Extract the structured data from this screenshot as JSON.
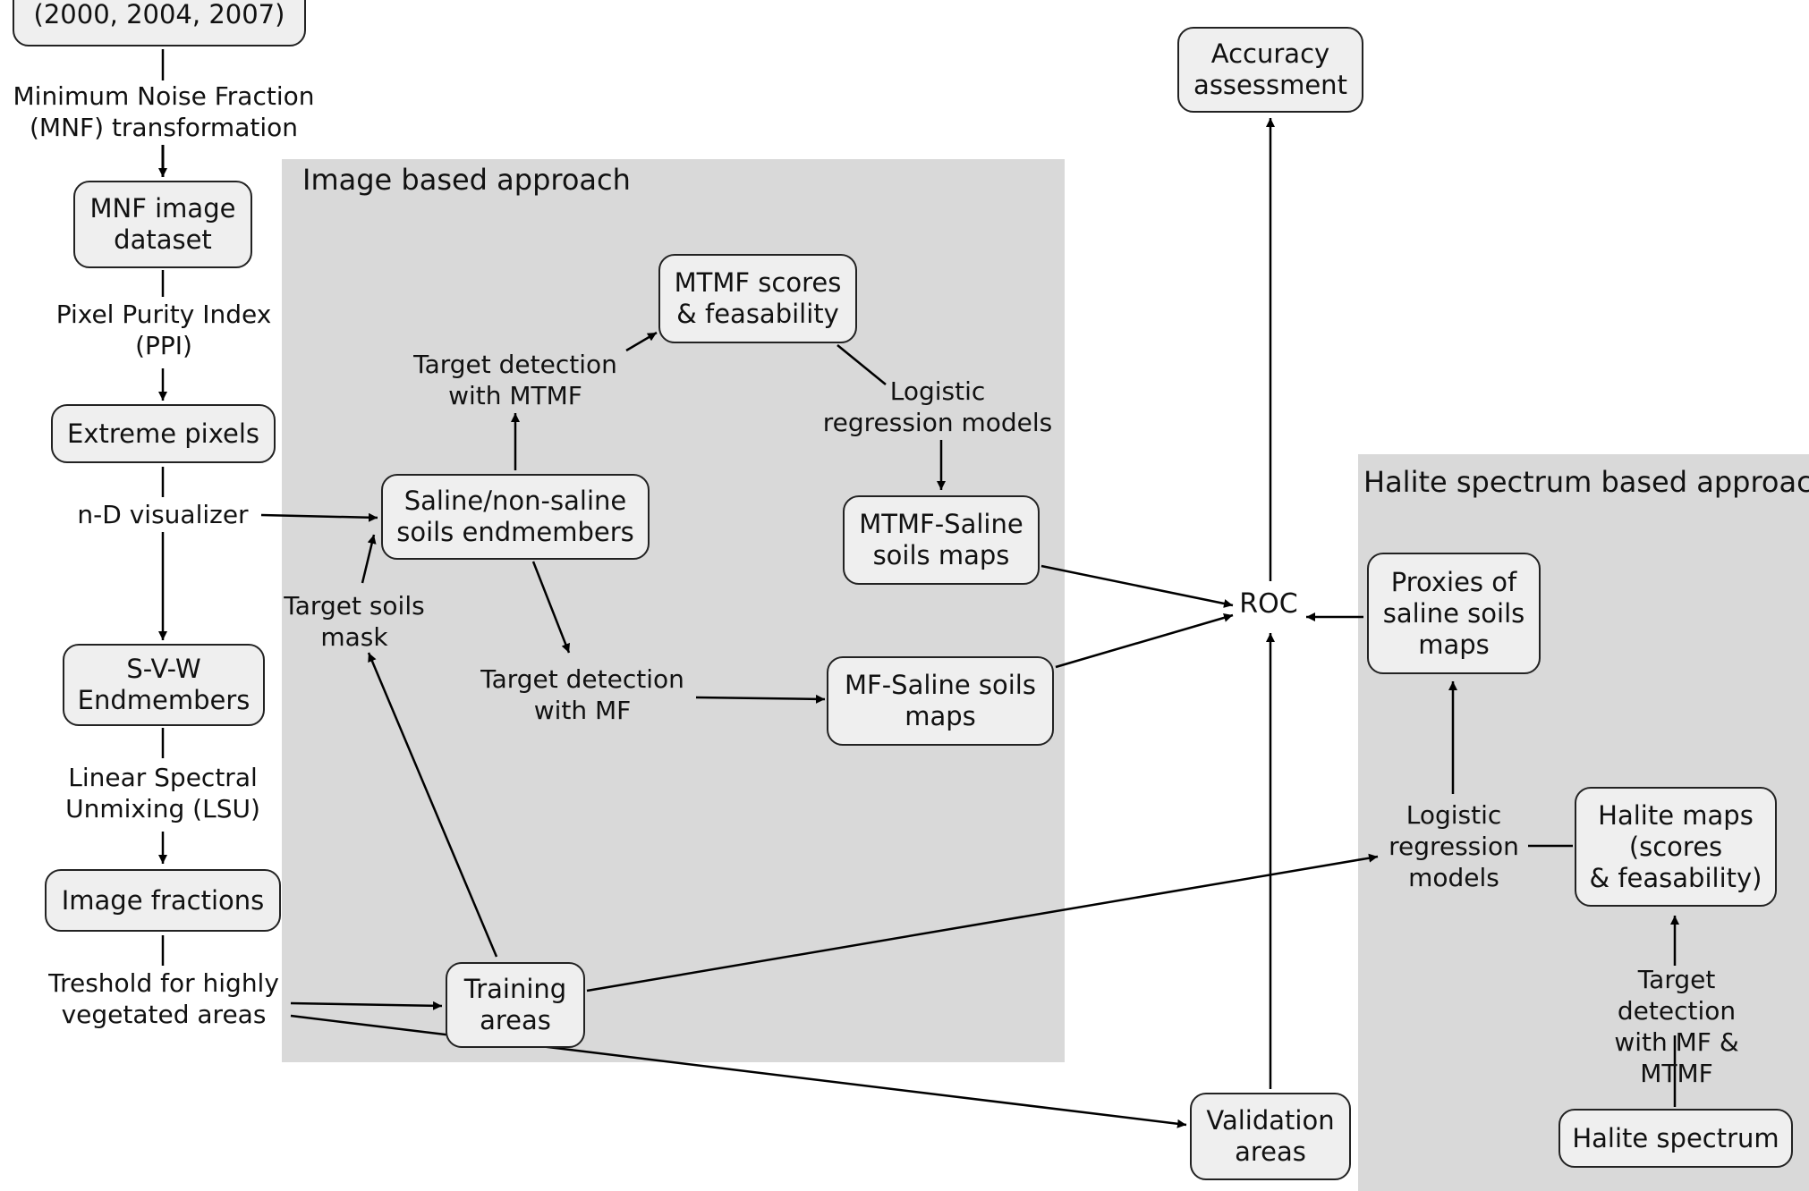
{
  "panels": {
    "image_based": {
      "title": "Image based approach"
    },
    "halite_based": {
      "title": "Halite spectrum based approach"
    }
  },
  "boxes": {
    "years": "(2000, 2004, 2007)",
    "mnf_dataset": "MNF image\ndataset",
    "extreme_pixels": "Extreme pixels",
    "svw": "S-V-W\nEndmembers",
    "image_fractions": "Image fractions",
    "saline_endmembers": "Saline/non-saline\nsoils endmembers",
    "mtmf_scores": "MTMF scores\n& feasability",
    "mtmf_maps": "MTMF-Saline\nsoils maps",
    "mf_maps": "MF-Saline soils\nmaps",
    "training_areas": "Training\nareas",
    "validation_areas": "Validation\nareas",
    "accuracy": "Accuracy\nassessment",
    "proxies": "Proxies of\nsaline soils\nmaps",
    "halite_maps": "Halite maps\n(scores\n& feasability)",
    "halite_spectrum": "Halite spectrum"
  },
  "labels": {
    "mnf_transform": "Minimum Noise Fraction\n(MNF) transformation",
    "ppi": "Pixel Purity Index\n(PPI)",
    "nd_visualizer": "n-D visualizer",
    "lsu": "Linear Spectral\nUnmixing (LSU)",
    "threshold": "Treshold for highly\nvegetated areas",
    "target_mask": "Target soils\nmask",
    "td_mtmf": "Target detection\nwith MTMF",
    "td_mf": "Target detection\nwith MF",
    "logistic_top": "Logistic\nregression models",
    "roc": "ROC",
    "logistic_right": "Logistic\nregression\nmodels",
    "td_mf_mtmf": "Target detection\nwith MF & MTMF"
  }
}
